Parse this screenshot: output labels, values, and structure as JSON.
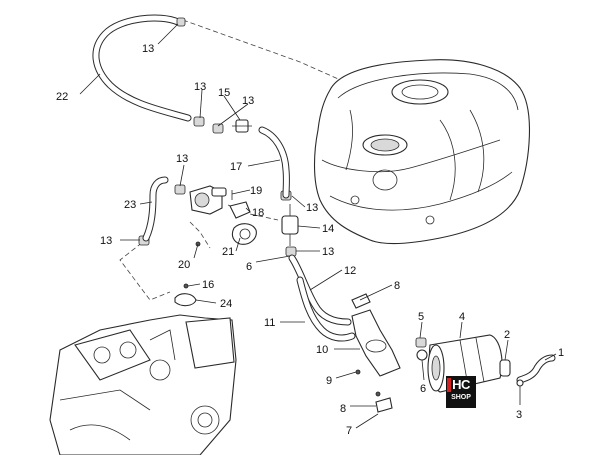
{
  "diagram": {
    "callouts": [
      {
        "id": "c22",
        "text": "22"
      },
      {
        "id": "c13a",
        "text": "13"
      },
      {
        "id": "c13b",
        "text": "13"
      },
      {
        "id": "c15",
        "text": "15"
      },
      {
        "id": "c13c",
        "text": "13"
      },
      {
        "id": "c17",
        "text": "17"
      },
      {
        "id": "c13d",
        "text": "13"
      },
      {
        "id": "c19",
        "text": "19"
      },
      {
        "id": "c23",
        "text": "23"
      },
      {
        "id": "c18",
        "text": "18"
      },
      {
        "id": "c13e",
        "text": "13"
      },
      {
        "id": "c14",
        "text": "14"
      },
      {
        "id": "c13f",
        "text": "13"
      },
      {
        "id": "c13g",
        "text": "13"
      },
      {
        "id": "c21",
        "text": "21"
      },
      {
        "id": "c20",
        "text": "20"
      },
      {
        "id": "c6a",
        "text": "6"
      },
      {
        "id": "c12",
        "text": "12"
      },
      {
        "id": "c8a",
        "text": "8"
      },
      {
        "id": "c16",
        "text": "16"
      },
      {
        "id": "c24",
        "text": "24"
      },
      {
        "id": "c11",
        "text": "11"
      },
      {
        "id": "c5",
        "text": "5"
      },
      {
        "id": "c4",
        "text": "4"
      },
      {
        "id": "c2",
        "text": "2"
      },
      {
        "id": "c1",
        "text": "1"
      },
      {
        "id": "c10",
        "text": "10"
      },
      {
        "id": "c9",
        "text": "9"
      },
      {
        "id": "c6b",
        "text": "6"
      },
      {
        "id": "c3",
        "text": "3"
      },
      {
        "id": "c8b",
        "text": "8"
      },
      {
        "id": "c7",
        "text": "7"
      }
    ]
  },
  "logo": {
    "line1": "HC",
    "line2": "SHOP",
    "colors": {
      "background": "#111111",
      "accent": "#d21f1f",
      "text": "#ffffff"
    }
  }
}
